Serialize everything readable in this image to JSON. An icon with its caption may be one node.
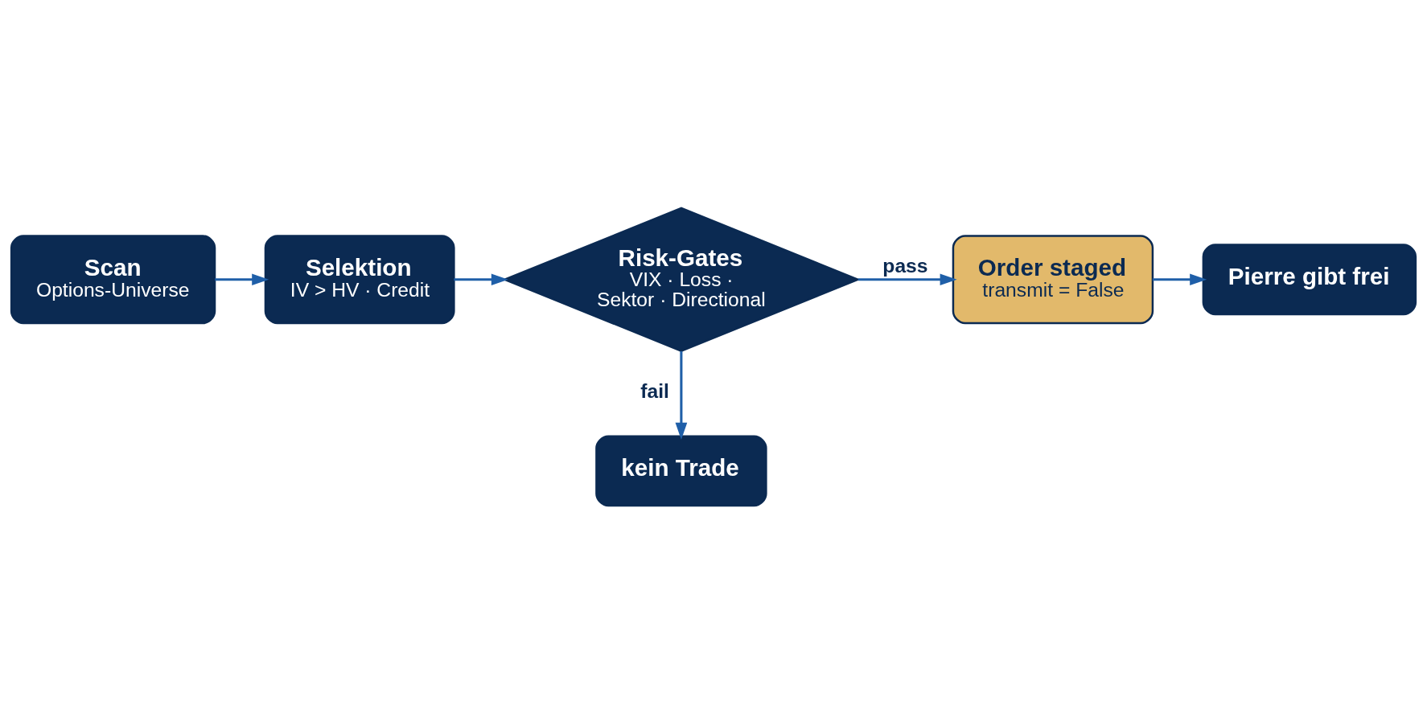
{
  "diagram": {
    "nodes": [
      {
        "text": [
          "Scan",
          "Options-Universe"
        ]
      },
      {
        "text": [
          "Selektion",
          "IV > HV · Credit"
        ]
      },
      {
        "text": [
          "Risk-Gates",
          "VIX · Loss · Sektor · Directional"
        ]
      },
      {
        "text": [
          "Order staged",
          "transmit = False"
        ]
      },
      {
        "text": [
          "Pierre gibt frei"
        ]
      },
      {
        "text": [
          "kein Trade"
        ]
      }
    ],
    "edges": [
      {
        "from": 0,
        "to": 1,
        "arrow": "to"
      },
      {
        "from": 1,
        "to": 2,
        "arrow": "to"
      },
      {
        "from": 2,
        "to": 3,
        "arrow": "to",
        "label": "pass"
      },
      {
        "from": 3,
        "to": 4,
        "arrow": "to"
      },
      {
        "from": 2,
        "to": 5,
        "arrow": "to",
        "label": "fail"
      }
    ]
  }
}
